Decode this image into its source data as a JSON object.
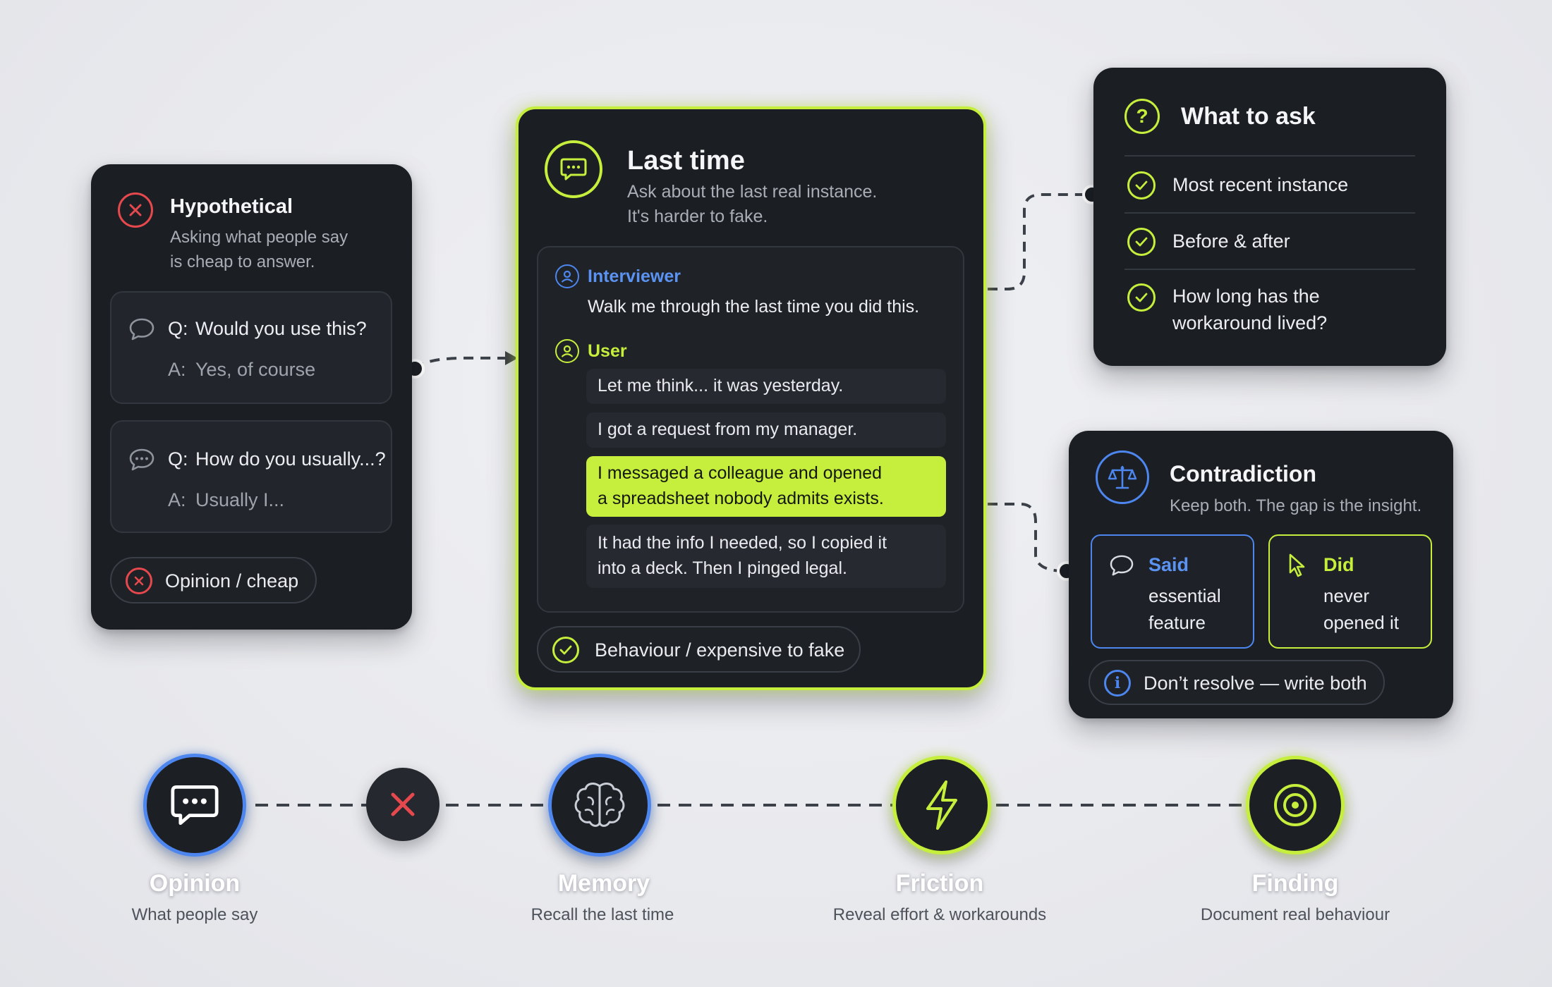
{
  "colors": {
    "accent": "#c6ee3c",
    "blue": "#4c86ee",
    "red": "#e5484d",
    "card": "#1b1e23"
  },
  "hypothetical": {
    "title": "Hypothetical",
    "subtitle_line1": "Asking what people say",
    "subtitle_line2": "is cheap to answer.",
    "qa1": {
      "q_prefix": "Q:",
      "question": "Would you use this?",
      "a_prefix": "A:",
      "answer": "Yes, of course"
    },
    "qa2": {
      "q_prefix": "Q:",
      "question": "How do you usually...?",
      "a_prefix": "A:",
      "answer": "Usually I..."
    },
    "tag": "Opinion / cheap"
  },
  "last_time": {
    "title": "Last time",
    "subtitle_line1": "Ask about the last real instance.",
    "subtitle_line2": "It's harder to fake.",
    "interviewer_label": "Interviewer",
    "interviewer_text": "Walk me through the last time you did this.",
    "user_label": "User",
    "messages": [
      "Let me think... it was yesterday.",
      "I got a request from my manager.",
      "I messaged a colleague and opened",
      "a spreadsheet nobody admits exists.",
      "It had the info I needed, so I copied it",
      "into a deck. Then I pinged legal."
    ],
    "tag": "Behaviour / expensive to fake"
  },
  "what_to_ask": {
    "title": "What to ask",
    "items": [
      "Most recent instance",
      "Before & after",
      "How long has the",
      "workaround lived?"
    ]
  },
  "contradiction": {
    "title": "Contradiction",
    "subtitle": "Keep both. The gap is the insight.",
    "said": {
      "label": "Said",
      "line1": "essential",
      "line2": "feature"
    },
    "did": {
      "label": "Did",
      "line1": "never",
      "line2": "opened it"
    },
    "tag": "Don’t resolve — write both"
  },
  "timeline": [
    {
      "label": "Opinion",
      "sub": "What people say",
      "icon": "chat-dots-icon"
    },
    {
      "label": "",
      "sub": "",
      "icon": "x-icon"
    },
    {
      "label": "Memory",
      "sub": "Recall the last time",
      "icon": "brain-icon"
    },
    {
      "label": "Friction",
      "sub": "Reveal effort & workarounds",
      "icon": "lightning-icon"
    },
    {
      "label": "Finding",
      "sub": "Document real behaviour",
      "icon": "target-icon"
    }
  ]
}
